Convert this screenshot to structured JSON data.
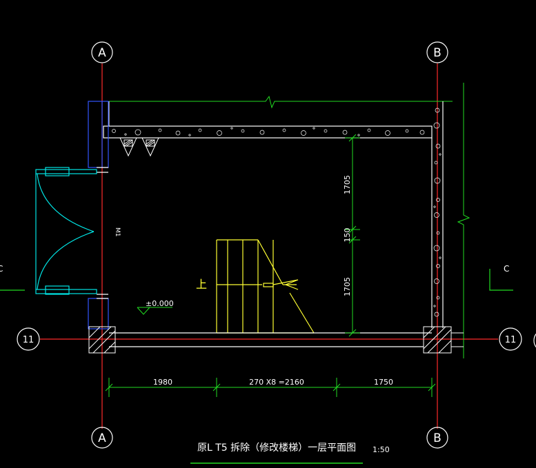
{
  "drawing": {
    "title": "原L T5 拆除（修改楼梯）一层平面图",
    "scale": "1:50",
    "axes": {
      "left_top": "A",
      "right_top": "B",
      "left_bottom": "A",
      "right_bottom": "B",
      "row_left": "11",
      "row_right": "11"
    },
    "elevation_mark": "±0.000",
    "stair_up_label": "上",
    "door_tag": "M1",
    "dimensions": {
      "bottom_left": "1980",
      "bottom_middle": "270 X8 =2160",
      "bottom_right": "1750",
      "vertical_top": "1705",
      "vertical_mid": "150",
      "vertical_bottom": "1705"
    },
    "section_marks": {
      "left": "C",
      "right": "C"
    },
    "colors": {
      "background": "#000000",
      "axis_red": "#ff2a2a",
      "wall_white": "#ffffff",
      "dim_green": "#22dd22",
      "door_cyan": "#00e5e5",
      "stair_yellow": "#ffff33",
      "window_blue": "#3355ff"
    }
  }
}
